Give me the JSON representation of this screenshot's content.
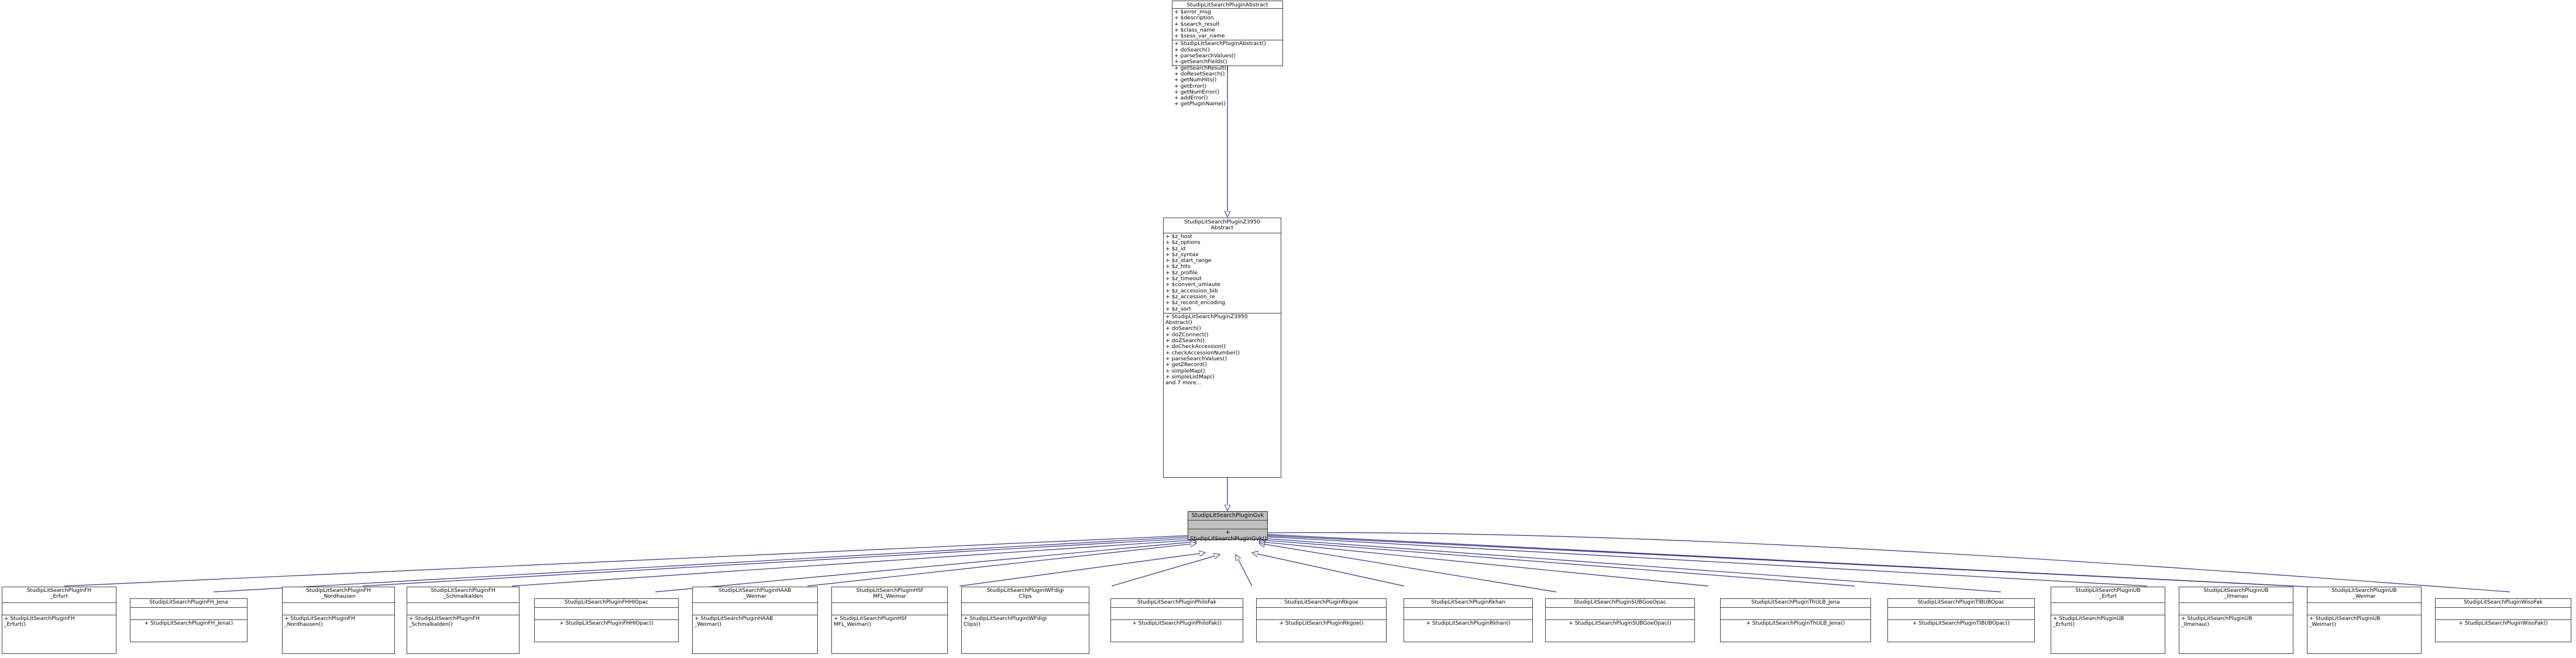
{
  "diagram": {
    "kind": "uml-class-inheritance-diagram",
    "title_visible": false,
    "colors": {
      "box_fill": "#ffffff",
      "box_border": "#404040",
      "highlight_fill": "#bfbfbf",
      "edge_color": "#2f2f7f",
      "text_color": "#000000"
    }
  },
  "classes": {
    "abstract_root": {
      "name": "StudipLitSearchPluginAbstract",
      "attributes": [
        "+ $error_msg",
        "+ $description",
        "+ $search_result",
        "+ $class_name",
        "+ $sess_var_name"
      ],
      "operations": [
        "+ StudipLitSearchPluginAbstract()",
        "+ doSearch()",
        "+ parseSearchValues()",
        "+ getSearchFields()",
        "+ getSearchResult()",
        "+ doResetSearch()",
        "+ getNumHits()",
        "+ getError()",
        "+ getNumError()",
        "+ addError()",
        "+ getPluginName()"
      ]
    },
    "z3950_abstract": {
      "name": "StudipLitSearchPluginZ3950\nAbstract",
      "attributes": [
        "+ $z_host",
        "+ $z_options",
        "+ $z_id",
        "+ $z_syntax",
        "+ $z_start_range",
        "+ $z_hits",
        "+ $z_profile",
        "+ $z_timeout",
        "+ $convert_umlaute",
        "+ $z_accession_bib",
        "+ $z_accession_re",
        "+ $z_record_encoding",
        "+ $z_sort"
      ],
      "operations": [
        "+ StudipLitSearchPluginZ3950\nAbstract()",
        "+ doSearch()",
        "+ doZConnect()",
        "+ doZSearch()",
        "+ doCheckAccession()",
        "+ checkAccessionNumber()",
        "+ parseSearchValues()",
        "+ getZRecord()",
        "+ simpleMap()",
        "+ simpleListMap()",
        "and 7 more..."
      ]
    },
    "gvk": {
      "name": "StudipLitSearchPluginGvk",
      "attributes": [],
      "operations": [
        "+ StudipLitSearchPluginGvk()"
      ],
      "highlighted": true
    }
  },
  "leaf_classes": [
    {
      "id": "fh-erfurt",
      "name": "StudipLitSearchPluginFH\n_Erfurt",
      "operations": [
        "+ StudipLitSearchPluginFH\n_Erfurt()"
      ],
      "two_line_title": true,
      "two_line_op": true
    },
    {
      "id": "fh-jena",
      "name": "StudipLitSearchPluginFH_Jena",
      "operations": [
        "+ StudipLitSearchPluginFH_Jena()"
      ],
      "two_line_title": false,
      "two_line_op": false
    },
    {
      "id": "fh-nordhausen",
      "name": "StudipLitSearchPluginFH\n_Nordhausen",
      "operations": [
        "+ StudipLitSearchPluginFH\n_Nordhausen()"
      ],
      "two_line_title": true,
      "two_line_op": true
    },
    {
      "id": "fh-schmalkalden",
      "name": "StudipLitSearchPluginFH\n_Schmalkalden",
      "operations": [
        "+ StudipLitSearchPluginFH\n_Schmalkalden()"
      ],
      "two_line_title": true,
      "two_line_op": true
    },
    {
      "id": "fhhiopac",
      "name": "StudipLitSearchPluginFHHIOpac",
      "operations": [
        "+ StudipLitSearchPluginFHHIOpac()"
      ],
      "two_line_title": false,
      "two_line_op": false
    },
    {
      "id": "haab-weimar",
      "name": "StudipLitSearchPluginHAAB\n_Weimar",
      "operations": [
        "+ StudipLitSearchPluginHAAB\n_Weimar()"
      ],
      "two_line_title": true,
      "two_line_op": true
    },
    {
      "id": "hsfmfl-weimar",
      "name": "StudipLitSearchPluginHSf\nMFL_Weimar",
      "operations": [
        "+ StudipLitSearchPluginHSf\nMFL_Weimar()"
      ],
      "two_line_title": true,
      "two_line_op": true
    },
    {
      "id": "iwfdigiclips",
      "name": "StudipLitSearchPluginIWFdigi\nClips",
      "operations": [
        "+ StudipLitSearchPluginIWFdigi\nClips()"
      ],
      "two_line_title": true,
      "two_line_op": true
    },
    {
      "id": "philofak",
      "name": "StudipLitSearchPluginPhiloFak",
      "operations": [
        "+ StudipLitSearchPluginPhiloFak()"
      ],
      "two_line_title": false,
      "two_line_op": false
    },
    {
      "id": "rkgoe",
      "name": "StudipLitSearchPluginRkgoe",
      "operations": [
        "+ StudipLitSearchPluginRkgoe()"
      ],
      "two_line_title": false,
      "two_line_op": false
    },
    {
      "id": "rkhan",
      "name": "StudipLitSearchPluginRkhan",
      "operations": [
        "+ StudipLitSearchPluginRkhan()"
      ],
      "two_line_title": false,
      "two_line_op": false
    },
    {
      "id": "subgoeopac",
      "name": "StudipLitSearchPluginSUBGoeOpac",
      "operations": [
        "+ StudipLitSearchPluginSUBGoeOpac()"
      ],
      "two_line_title": false,
      "two_line_op": false
    },
    {
      "id": "thulb-jena",
      "name": "StudipLitSearchPluginThULB_Jena",
      "operations": [
        "+ StudipLitSearchPluginThULB_Jena()"
      ],
      "two_line_title": false,
      "two_line_op": false
    },
    {
      "id": "tibubopac",
      "name": "StudipLitSearchPluginTIBUBOpac",
      "operations": [
        "+ StudipLitSearchPluginTIBUBOpac()"
      ],
      "two_line_title": false,
      "two_line_op": false
    },
    {
      "id": "ub-erfurt",
      "name": "StudipLitSearchPluginUB\n_Erfurt",
      "operations": [
        "+ StudipLitSearchPluginUB\n_Erfurt()"
      ],
      "two_line_title": true,
      "two_line_op": true
    },
    {
      "id": "ub-ilmenau",
      "name": "StudipLitSearchPluginUB\n_Ilmenau",
      "operations": [
        "+ StudipLitSearchPluginUB\n_Ilmenau()"
      ],
      "two_line_title": true,
      "two_line_op": true
    },
    {
      "id": "ub-weimar",
      "name": "StudipLitSearchPluginUB\n_Weimar",
      "operations": [
        "+ StudipLitSearchPluginUB\n_Weimar()"
      ],
      "two_line_title": true,
      "two_line_op": true
    },
    {
      "id": "wisofak",
      "name": "StudipLitSearchPluginWisoFak",
      "operations": [
        "+ StudipLitSearchPluginWisoFak()"
      ],
      "two_line_title": false,
      "two_line_op": false
    }
  ]
}
